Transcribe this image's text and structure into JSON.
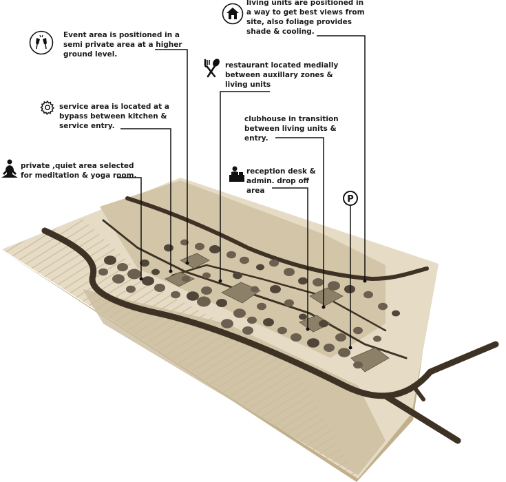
{
  "annotations": {
    "living_units": {
      "text": "living units are positioned in\na way to get best views from\nsite, also foliage provides\nshade & cooling.",
      "icon": "house-icon"
    },
    "event_area": {
      "text": "Event area is positioned in a\nsemi private area at a higher\nground level.",
      "icon": "champagne-toast-icon"
    },
    "restaurant": {
      "text": "restaurant located medially\nbetween auxillary zones &\nliving units",
      "icon": "fork-spoon-icon"
    },
    "service_area": {
      "text": "service area is located at a\nbypass between kitchen &\nservice entry.",
      "icon": "gear-icon"
    },
    "clubhouse": {
      "text": "clubhouse in transition\nbetween living units &\nentry."
    },
    "meditation": {
      "text": "private ,quiet area selected\nfor meditation & yoga room.",
      "icon": "meditation-icon"
    },
    "reception": {
      "text": "reception desk &\nadmin. drop off\narea",
      "icon": "reception-desk-icon"
    },
    "parking": {
      "text": "P",
      "icon": "parking-icon"
    }
  },
  "colors": {
    "terrain_light": "#e6dcc6",
    "terrain_mid": "#d3c6a8",
    "terrain_shadow": "#b6a685",
    "terrain_side": "#c2b08d",
    "road": "#3e3224",
    "tree": "#6b5f50",
    "tree_dark": "#4f4538",
    "building": "#8d8068",
    "leader": "#111111"
  }
}
